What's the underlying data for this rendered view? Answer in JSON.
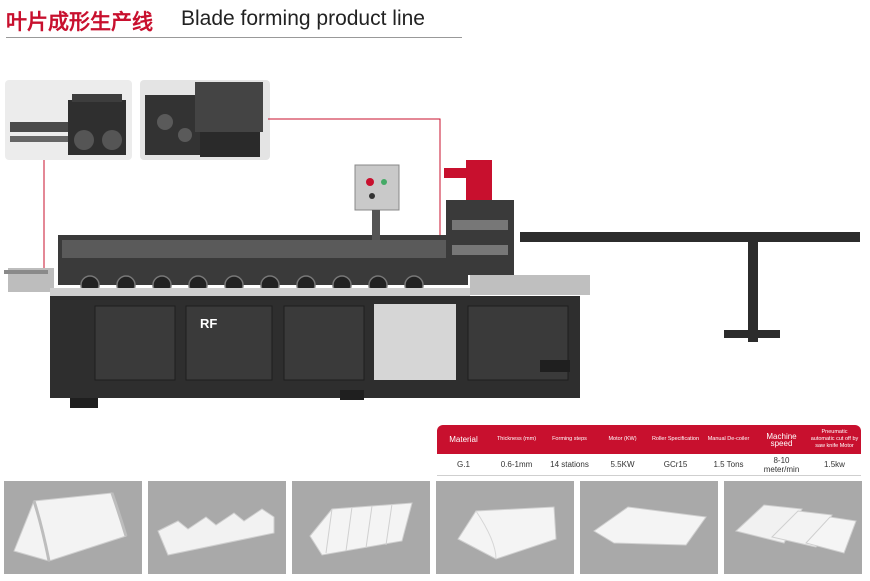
{
  "header": {
    "title_cn": "叶片成形生产线",
    "title_en": "Blade forming product line"
  },
  "machine": {
    "logo": "RF"
  },
  "spec_table": {
    "headers": [
      "Material",
      "Thickness (mm)",
      "Forming steps",
      "Motor (KW)",
      "Roller Specification",
      "Manual De-coiler",
      "Machine speed",
      "Pneumatic automatic cut off by saw knife Motor"
    ],
    "values": [
      "G.1",
      "0.6-1mm",
      "14 stations",
      "5.5KW",
      "GCr15",
      "1.5 Tons",
      "8-10 meter/min",
      "1.5kw"
    ]
  },
  "colors": {
    "accent": "#c8102e",
    "tile_bg": "#a9a9a9",
    "machine_dark": "#2e2e2e"
  },
  "products": [
    {
      "icon": "panel-rounded-profile-icon"
    },
    {
      "icon": "trapezoid-sheet-icon"
    },
    {
      "icon": "corrugated-sheet-icon"
    },
    {
      "icon": "blade-profile-icon"
    },
    {
      "icon": "blade-profile-icon"
    },
    {
      "icon": "stacked-blades-icon"
    }
  ]
}
